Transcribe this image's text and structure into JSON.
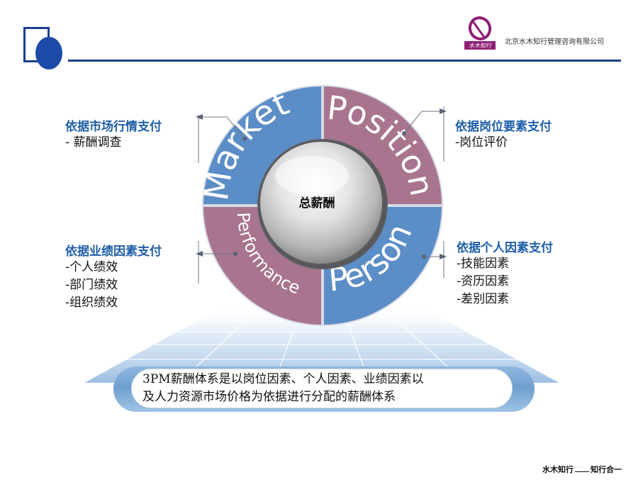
{
  "header": {
    "company": "北京水木知行管理咨询有限公司",
    "logo_text": "水木知行"
  },
  "center_label": "总薪酬",
  "ring": {
    "market": "Market",
    "position": "Position",
    "performance": "Performance",
    "person": "Person",
    "colors": {
      "blue": "#5b8dc6",
      "mauve": "#a8748e",
      "border": "#d5dbe6"
    }
  },
  "labels": {
    "market": {
      "title": "依据市场行情支付",
      "items": [
        "- 薪酬调查"
      ]
    },
    "position": {
      "title": "依据岗位要素支付",
      "items": [
        "-岗位评价"
      ]
    },
    "performance": {
      "title": "依据业绩因素支付",
      "items": [
        "-个人绩效",
        "-部门绩效",
        "-组织绩效"
      ]
    },
    "person": {
      "title": "依据个人因素支付",
      "items": [
        "-技能因素",
        "-资历因素",
        "-差别因素"
      ]
    }
  },
  "caption": {
    "line1": "3PM薪酬体系是以岗位因素、个人因素、业绩因素以",
    "line2": "及人力资源市场价格为依据进行分配的薪酬体系"
  },
  "footer": {
    "left": "水木知行",
    "right": "知行合一"
  }
}
